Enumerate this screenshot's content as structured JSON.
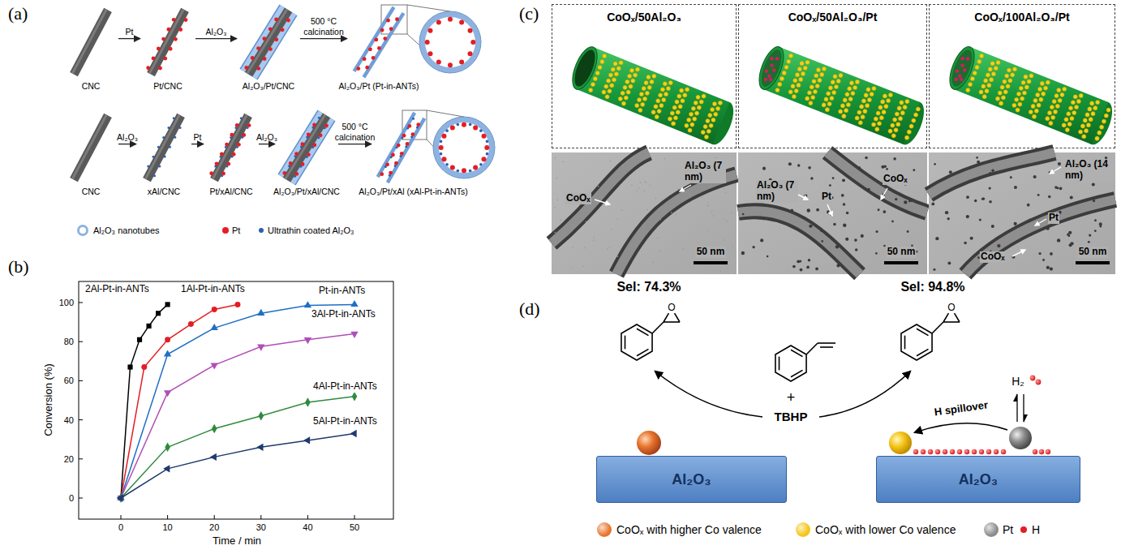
{
  "diagram": {
    "nodes": [
      {
        "text": [
          "CNC"
        ]
      },
      {
        "text": [
          "Pt/CNC"
        ]
      },
      {
        "text": [
          "Al₂O₃/Pt/CNC"
        ]
      },
      {
        "text": [
          "Al₂O₃/Pt (Pt-in-ANTs)"
        ]
      },
      {
        "text": [
          "CNC"
        ]
      },
      {
        "text": [
          "xAl/CNC"
        ]
      },
      {
        "text": [
          "Pt/xAl/CNC"
        ]
      },
      {
        "text": [
          "Al₂O₃/Pt/xAl/CNC"
        ]
      },
      {
        "text": [
          "Al₂O₃/Pt/xAl (xAl-Pt-in-ANTs)"
        ]
      },
      {
        "text": [
          "CoOₓ/50Al₂O₃"
        ]
      },
      {
        "text": [
          "CoOₓ/50Al₂O₃/Pt"
        ]
      },
      {
        "text": [
          "CoOₓ/100Al₂O₃/Pt"
        ]
      },
      {
        "text": [
          "Al₂O₃"
        ]
      },
      {
        "text": [
          "Al₂O₃"
        ]
      }
    ],
    "edges": [
      {
        "from": 0,
        "to": 1,
        "arrow": "to",
        "label": "Pt"
      },
      {
        "from": 1,
        "to": 2,
        "arrow": "to",
        "label": "Al₂O₃"
      },
      {
        "from": 2,
        "to": 3,
        "arrow": "to",
        "label": "500 °C calcination"
      },
      {
        "from": 4,
        "to": 5,
        "arrow": "to",
        "label": "Al₂O₃"
      },
      {
        "from": 5,
        "to": 6,
        "arrow": "to",
        "label": "Pt"
      },
      {
        "from": 6,
        "to": 7,
        "arrow": "to",
        "label": "Al₂O₃"
      },
      {
        "from": 7,
        "to": 8,
        "arrow": "to",
        "label": "500 °C calcination"
      }
    ],
    "labels": [
      "(a)",
      "(b)",
      "(c)",
      "(d)",
      "2Al-Pt-in-ANTs",
      "1Al-Pt-in-ANTs",
      "Pt-in-ANTs",
      "3Al-Pt-in-ANTs",
      "4Al-Pt-in-ANTs",
      "5Al-Pt-in-ANTs",
      "Conversion (%)",
      "Time / min",
      "0",
      "20",
      "40",
      "60",
      "80",
      "100",
      "0",
      "10",
      "20",
      "30",
      "40",
      "50",
      "CoOₓ",
      "Al₂O₃ (7 nm)",
      "50 nm",
      "Al₂O₃ (7 nm)",
      "Pt",
      "CoOₓ",
      "50 nm",
      "Al₂O₃ (14 nm)",
      "Pt",
      "CoOₓ",
      "50 nm",
      "Sel: 74.3%",
      "Sel: 94.8%",
      "O",
      "O",
      "+",
      "TBHP",
      "H₂",
      "H spillover"
    ],
    "legend": [
      {
        "text": "Al₂O₃ nanotubes"
      },
      {
        "text": "Pt",
        "color": "#e31e24"
      },
      {
        "text": "Ultrathin coated Al₂O₃",
        "color": "#2b5fb0"
      },
      {
        "text": "CoOₓ with higher Co valence",
        "color": "#e8742c"
      },
      {
        "text": "CoOₓ with lower Co valence",
        "color": "#f5c518"
      },
      {
        "text": "Pt",
        "color": "#8c8c8c"
      },
      {
        "text": "H",
        "color": "#e31e24"
      }
    ]
  }
}
